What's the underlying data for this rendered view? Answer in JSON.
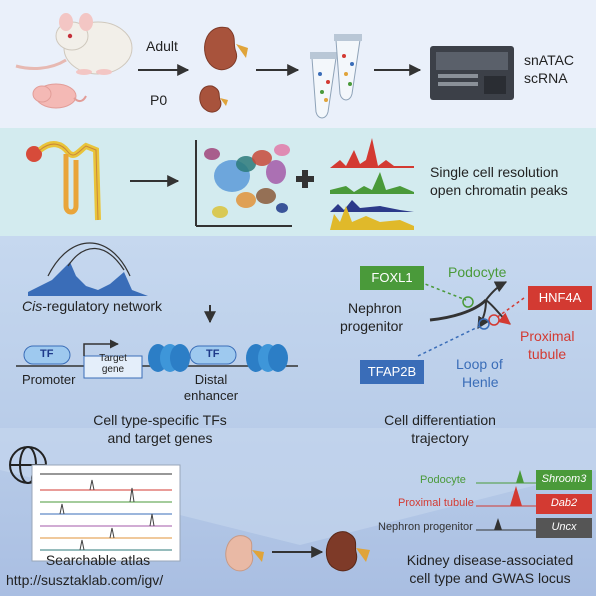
{
  "top": {
    "adult": "Adult",
    "p0": "P0",
    "assay1": "snATAC",
    "assay2": "scRNA"
  },
  "middle": {
    "line1": "Single cell resolution",
    "line2": "open chromatin peaks"
  },
  "cre": {
    "label_italic": "Cis",
    "label_rest": "-regulatory network",
    "tf1": "TF",
    "tf2": "TF",
    "target1": "Target",
    "target2": "gene",
    "promoter": "Promoter",
    "distal1": "Distal",
    "distal2": "enhancer",
    "caption1": "Cell type-specific TFs",
    "caption2": "and target genes"
  },
  "trajectory": {
    "foxl1": "FOXL1",
    "hnf4a": "HNF4A",
    "tfap2b": "TFAP2B",
    "podocyte": "Podocyte",
    "nephron1": "Nephron",
    "nephron2": "progenitor",
    "proximal1": "Proximal",
    "proximal2": "tubule",
    "loop1": "Loop of",
    "loop2": "Henle",
    "caption1": "Cell differentiation",
    "caption2": "trajectory"
  },
  "atlas": {
    "label": "Searchable atlas",
    "url": "http://susztaklab.com/igv/"
  },
  "disease": {
    "tracks": [
      {
        "cell": "Podocyte",
        "gene": "Shroom3",
        "color": "#4a9a3a"
      },
      {
        "cell": "Proximal tubule",
        "gene": "Dab2",
        "color": "#d33a32"
      },
      {
        "cell": "Nephron progenitor",
        "gene": "Uncx",
        "color": "#333333"
      }
    ],
    "caption1": "Kidney disease-associated",
    "caption2": "cell type and GWAS locus"
  },
  "colors": {
    "top_bg": "#e9f0fa",
    "middle_bg": "#d3ebef",
    "bottom_bg": "#b8cde8",
    "podocyte": "#4a9a3a",
    "proximal": "#d33a32",
    "loop": "#3a6db8",
    "nephron": "#333333"
  }
}
